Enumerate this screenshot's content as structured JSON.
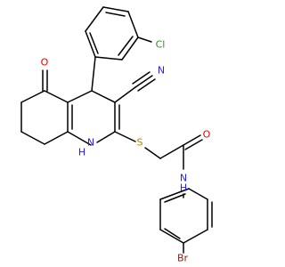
{
  "molecule": {
    "atoms": {
      "cl": "Cl",
      "n_nitrile": "N",
      "o_ketone": "O",
      "s_thio": "S",
      "nh_ring_n": "N",
      "nh_ring_h": "H",
      "o_amide": "O",
      "nh_amide_n": "N",
      "nh_amide_h": "H",
      "br": "Br"
    }
  },
  "colors": {
    "bond": "#000000",
    "chlorine": "#2e8b22",
    "nitrogen": "#1f1fff",
    "oxygen": "#e00000",
    "sulfur": "#a08a00",
    "bromine": "#7a1f12"
  }
}
